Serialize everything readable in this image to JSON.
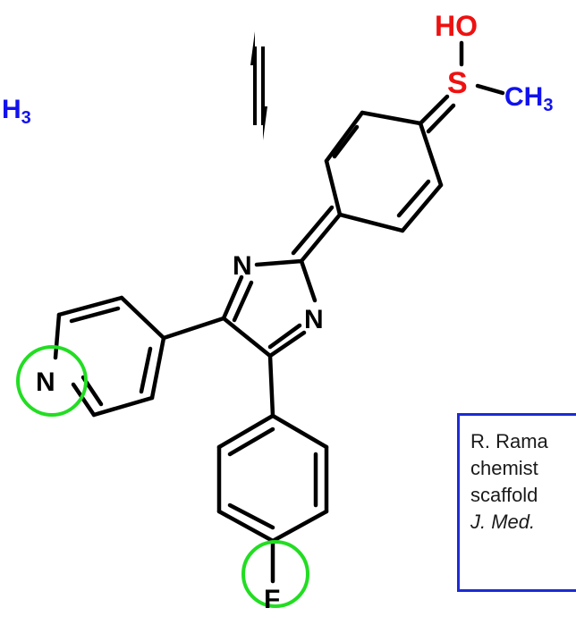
{
  "diagram": {
    "left_fragment": {
      "subscript_label": "H",
      "subscript_number": "3"
    },
    "sulfoxide_group": {
      "hydroxyl": "HO",
      "sulfur": "S",
      "methyl_main": "CH",
      "methyl_number": "3"
    },
    "ring_atoms": {
      "imidazole_n_top": "N",
      "imidazole_n_right": "N",
      "pyridine_n": "N",
      "fluorine": "F"
    },
    "colors": {
      "bond": "#000000",
      "hydroxyl_red": "#ee1111",
      "methyl_blue": "#1111ee",
      "highlight_green": "#22dd22",
      "box_border": "#1c2bd6"
    }
  },
  "reference": {
    "lines": [
      "R. Rama",
      "chemist",
      "scaffold",
      "J. Med."
    ]
  }
}
